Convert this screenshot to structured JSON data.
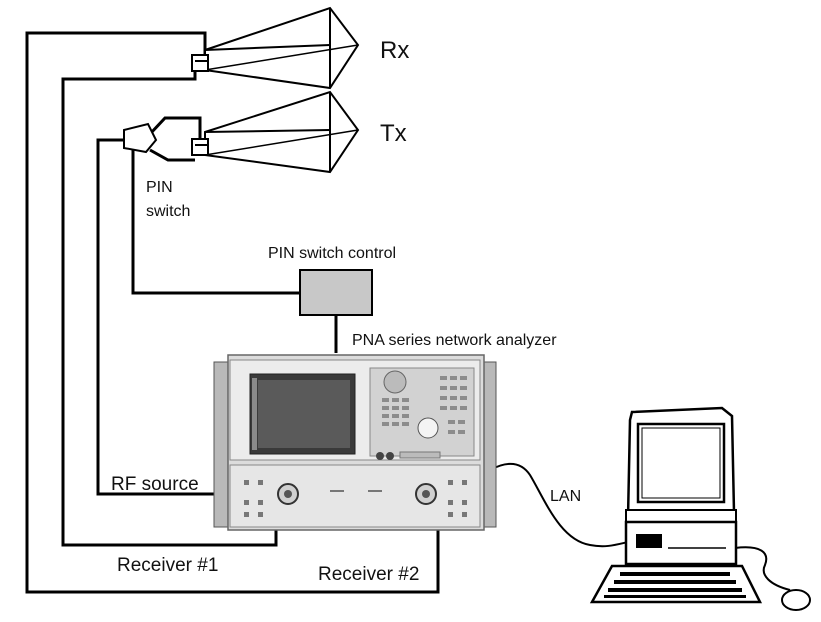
{
  "labels": {
    "rx": "Rx",
    "tx": "Tx",
    "pin_switch": [
      "PIN",
      "switch"
    ],
    "pin_switch_control": "PIN switch control",
    "pna_analyzer": "PNA series network analyzer",
    "rf_source": "RF source",
    "receiver_1": "Receiver #1",
    "receiver_2": "Receiver #2",
    "lan": "LAN"
  },
  "colors": {
    "line": "#000000",
    "control_box": "#c8c8c8",
    "instrument_body": "#dcdcdc",
    "screen": "#3a3a3a"
  },
  "icons": {
    "rx_antenna": "horn-antenna-icon",
    "tx_antenna": "horn-antenna-icon",
    "pin_switch": "pin-switch-icon",
    "analyzer": "network-analyzer-icon",
    "computer": "desktop-computer-icon"
  }
}
